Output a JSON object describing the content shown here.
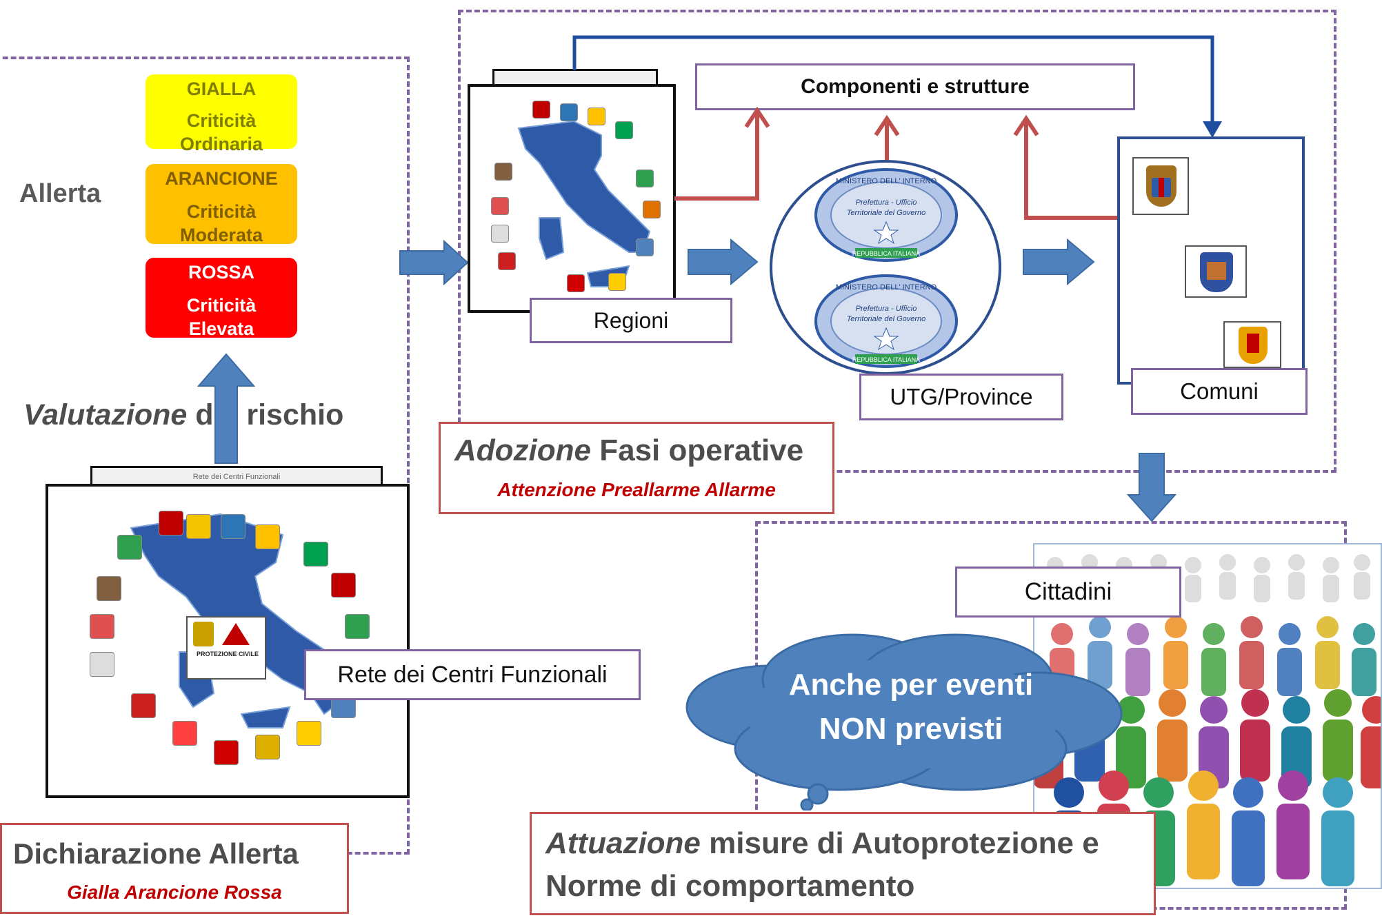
{
  "alert_levels": [
    {
      "title": "GIALLA",
      "line1": "Criticità",
      "line2": "Ordinaria",
      "color": "#ffff00",
      "text_color": "#7f7f00"
    },
    {
      "title": "ARANCIONE",
      "line1": "Criticità",
      "line2": "Moderata",
      "color": "#ffc000",
      "text_color": "#7f5f00"
    },
    {
      "title": "ROSSA",
      "line1": "Criticità",
      "line2": "Elevata",
      "color": "#ff0000",
      "text_color": "#ffffff"
    }
  ],
  "allerta_label": "Allerta",
  "valutazione": {
    "italic": "Valutazione",
    "rest": "del rischio"
  },
  "rete_label": "Rete dei Centri Funzionali",
  "dichiarazione": {
    "title": "Dichiarazione Allerta",
    "subtitle": "Gialla Arancione Rossa"
  },
  "map_tab_label": "Rete dei Centri Funzionali",
  "protezione_civile": "PROTEZIONE CIVILE",
  "regioni_label": "Regioni",
  "componenti_label": "Componenti e strutture",
  "utg_label": "UTG/Province",
  "comuni_label": "Comuni",
  "seal_text": {
    "top": "MINISTERO DELL' INTERNO",
    "middle1": "Prefettura - Ufficio",
    "middle2": "Territoriale del Governo",
    "bottom": "REPUBBLICA ITALIANA"
  },
  "adozione": {
    "italic": "Adozione",
    "rest": "Fasi operative",
    "subtitle": "Attenzione Preallarme Allarme"
  },
  "cittadini_label": "Cittadini",
  "cloud": {
    "line1": "Anche per eventi",
    "line2": "NON previsti"
  },
  "attuazione": {
    "italic": "Attuazione",
    "rest1": "misure di Autoprotezione e",
    "line2": "Norme di comportamento"
  },
  "colors": {
    "dashed_border": "#8064a2",
    "arrow_fill": "#4f81bd",
    "red_arrow": "#c0504d",
    "blue_line": "#1f4e9f",
    "cloud": "#4f81bd"
  }
}
